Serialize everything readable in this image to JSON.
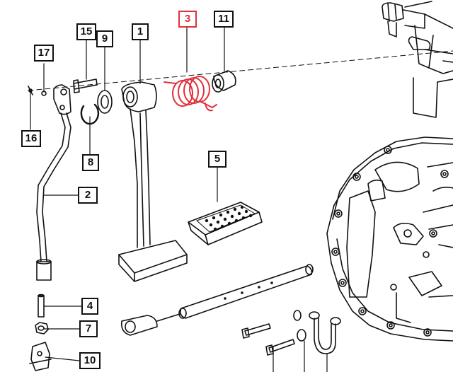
{
  "colors": {
    "line": "#111111",
    "highlight": "#e0303a",
    "background": "#ffffff"
  },
  "highlighted_part": "3",
  "callouts": [
    {
      "id": "c1",
      "label": "1"
    },
    {
      "id": "c2",
      "label": "2"
    },
    {
      "id": "c3",
      "label": "3"
    },
    {
      "id": "c4",
      "label": "4"
    },
    {
      "id": "c5",
      "label": "5"
    },
    {
      "id": "c7",
      "label": "7"
    },
    {
      "id": "c8",
      "label": "8"
    },
    {
      "id": "c9",
      "label": "9"
    },
    {
      "id": "c10",
      "label": "10"
    },
    {
      "id": "c11",
      "label": "11"
    },
    {
      "id": "c15",
      "label": "15"
    },
    {
      "id": "c16",
      "label": "16"
    },
    {
      "id": "c17",
      "label": "17"
    }
  ]
}
